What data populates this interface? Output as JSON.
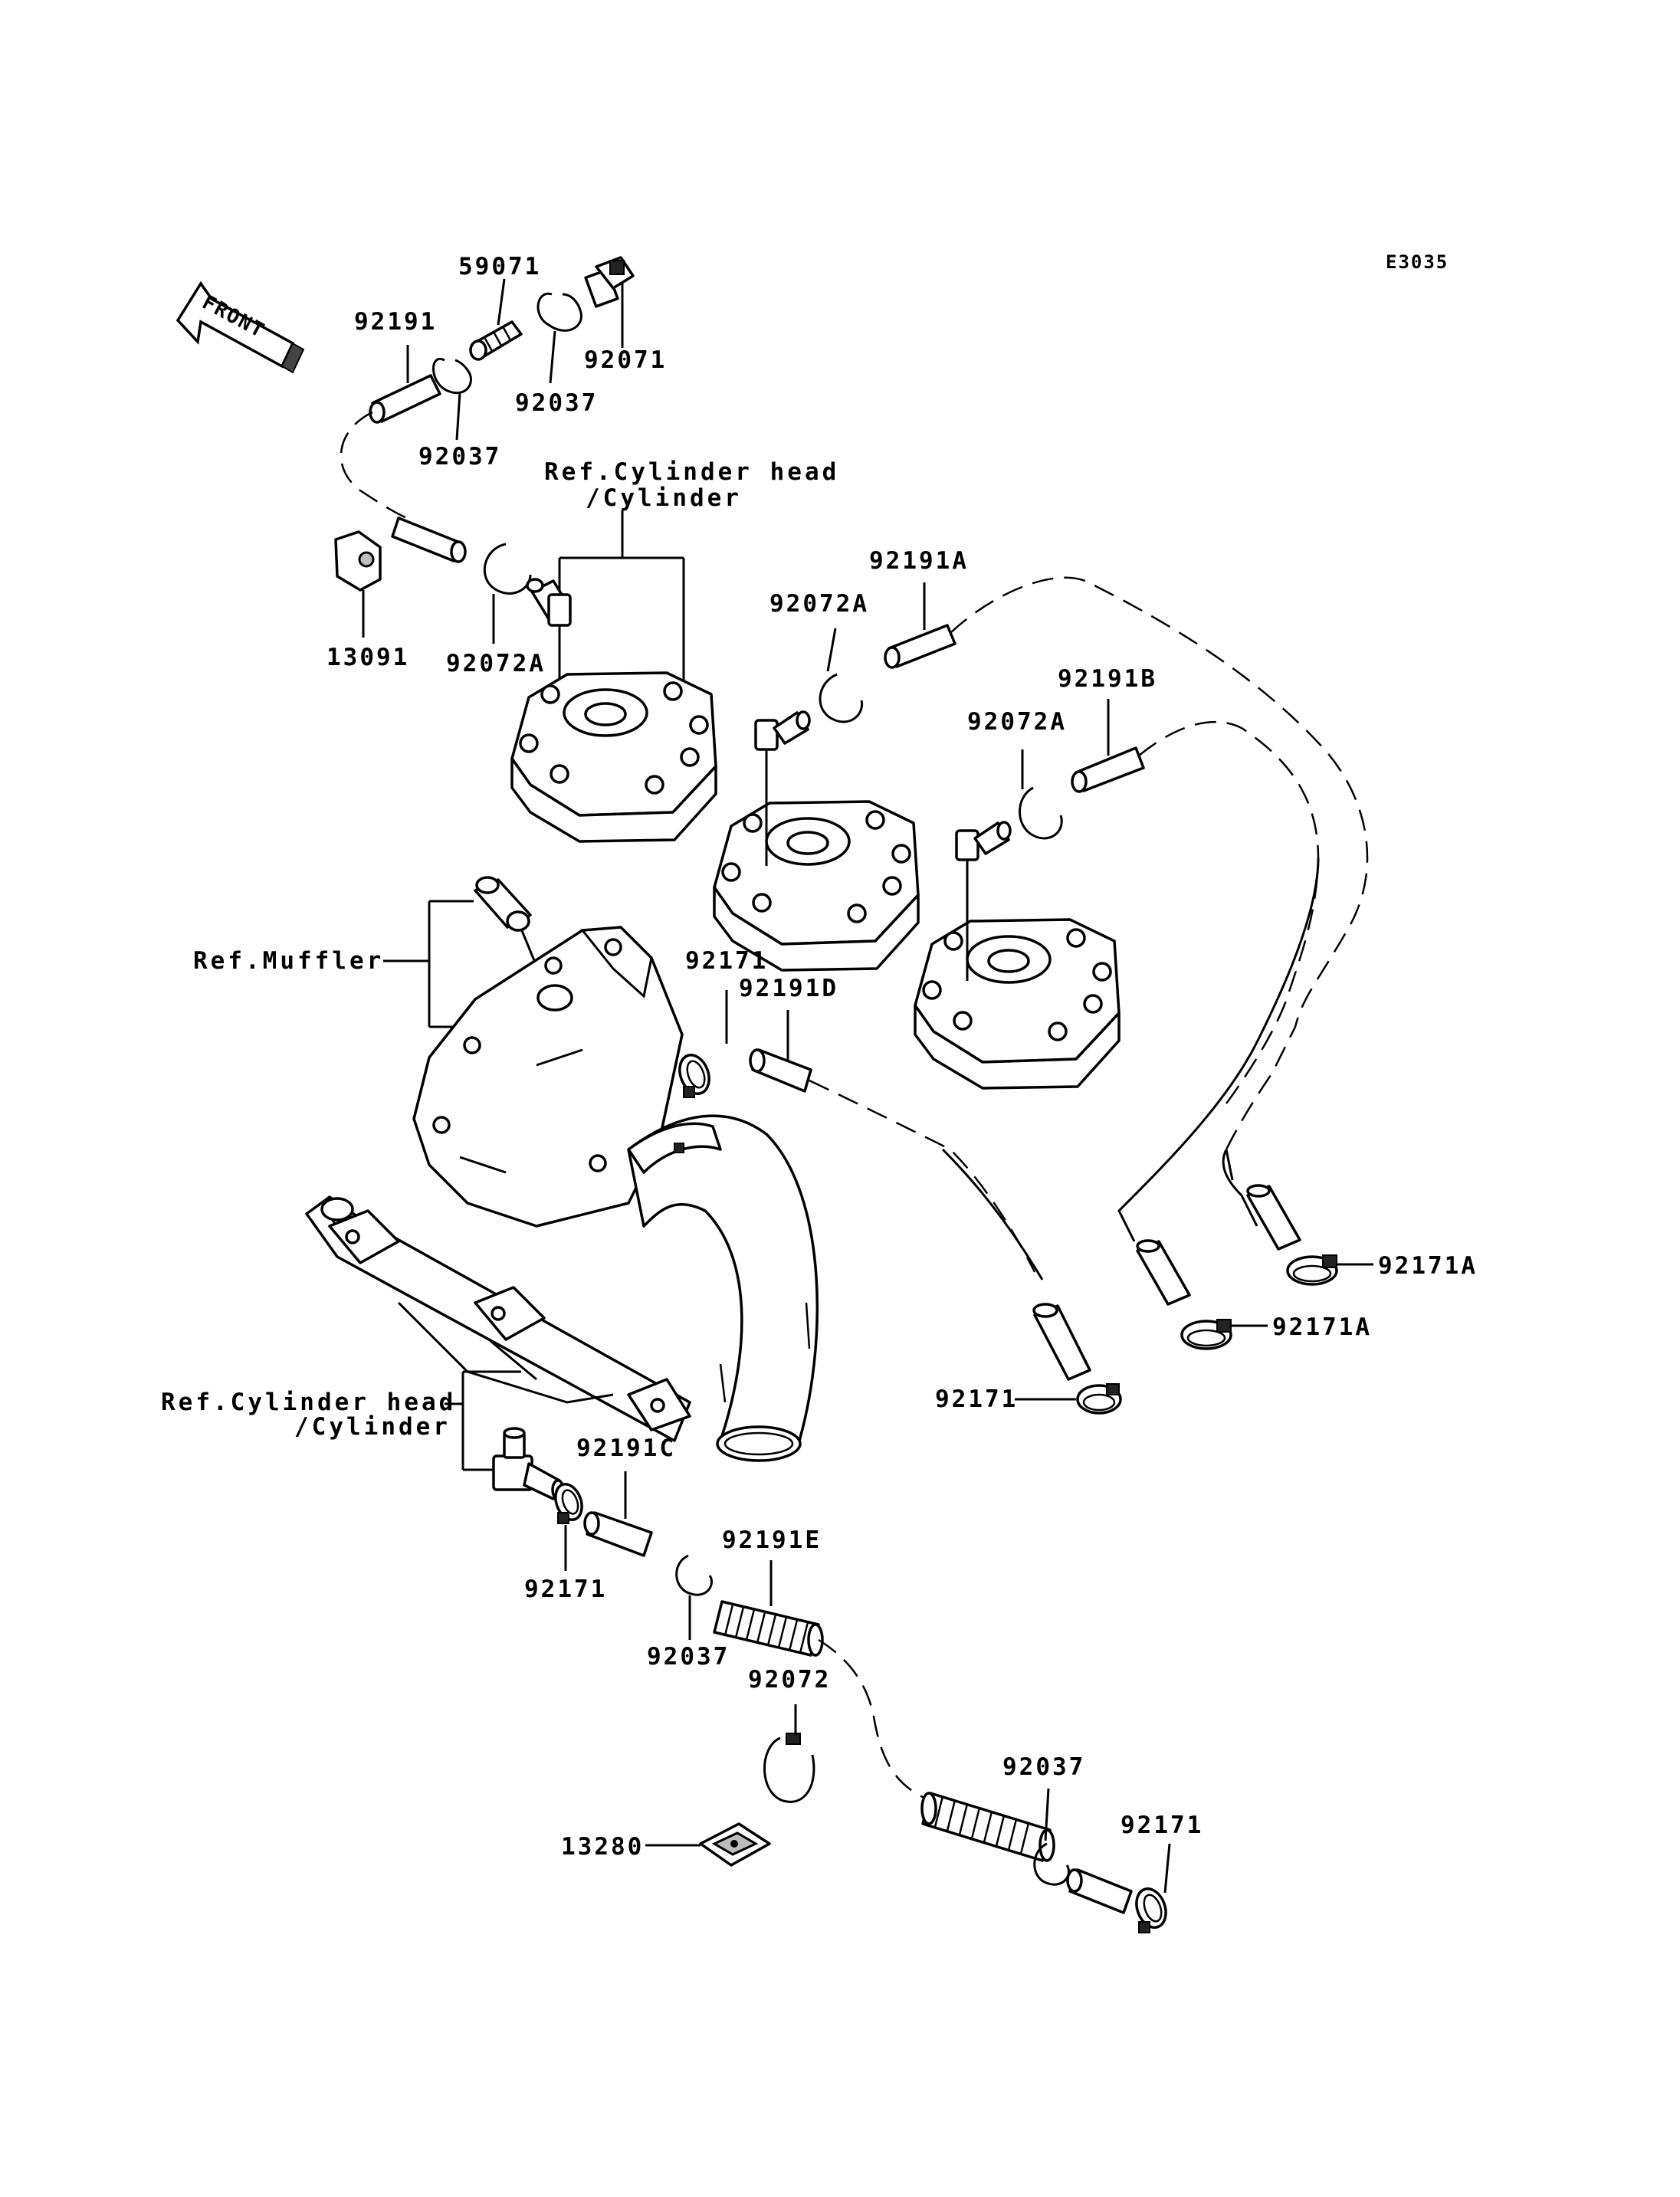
{
  "diagram_code": "E3035",
  "front_label": "FRONT",
  "labels": {
    "p59071": "59071",
    "p92191": "92191",
    "p92037_top": "92037",
    "p92037_left": "92037",
    "p92071": "92071",
    "p13091": "13091",
    "p92072A_left": "92072A",
    "p92072A_mid": "92072A",
    "p92072A_right": "92072A",
    "p92191A": "92191A",
    "p92191B": "92191B",
    "p92171_mid": "92171",
    "p92191D": "92191D",
    "p92171A_top": "92171A",
    "p92171A_bottom": "92171A",
    "p92171_right": "92171",
    "p92191C": "92191C",
    "p92171_low": "92171",
    "p92191E": "92191E",
    "p92037_low": "92037",
    "p92072": "92072",
    "p92037_bottom": "92037",
    "p92171_bottom": "92171",
    "p13280": "13280"
  },
  "refs": {
    "cyl_head_top_line1": "Ref.Cylinder head",
    "cyl_head_top_line2": "/Cylinder",
    "muffler": "Ref.Muffler",
    "cyl_head_low_line1": "Ref.Cylinder head",
    "cyl_head_low_line2": "/Cylinder"
  }
}
